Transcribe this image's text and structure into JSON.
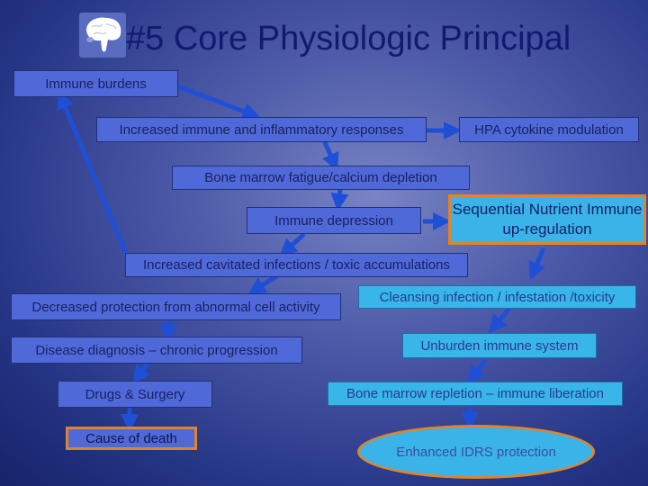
{
  "title": "#5 Core Physiologic Principal",
  "icon": "brain-icon",
  "colors": {
    "box_blue": "#4f6ad8",
    "box_cyan": "#38b6ea",
    "border_orange": "#e0842a",
    "arrow_blue": "#1f4fd6",
    "title_text": "#121a6e"
  },
  "nodes": {
    "immune_burdens": "Immune burdens",
    "increased_responses": "Increased immune and inflammatory responses",
    "hpa": "HPA cytokine modulation",
    "bone_marrow_fatigue": "Bone marrow fatigue/calcium depletion",
    "immune_depression": "Immune depression",
    "sequential_nutrient": "Sequential Nutrient Immune up-regulation",
    "cavitated_infections": "Increased cavitated infections / toxic accumulations",
    "decreased_protection": "Decreased protection from abnormal cell activity",
    "disease_diagnosis": "Disease diagnosis – chronic progression",
    "drugs_surgery": "Drugs & Surgery",
    "cause_of_death": "Cause of death",
    "cleansing": "Cleansing infection / infestation /toxicity",
    "unburden": "Unburden immune system",
    "bone_marrow_repletion": "Bone marrow  repletion – immune liberation",
    "enhanced_idrs": "Enhanced IDRS protection"
  }
}
